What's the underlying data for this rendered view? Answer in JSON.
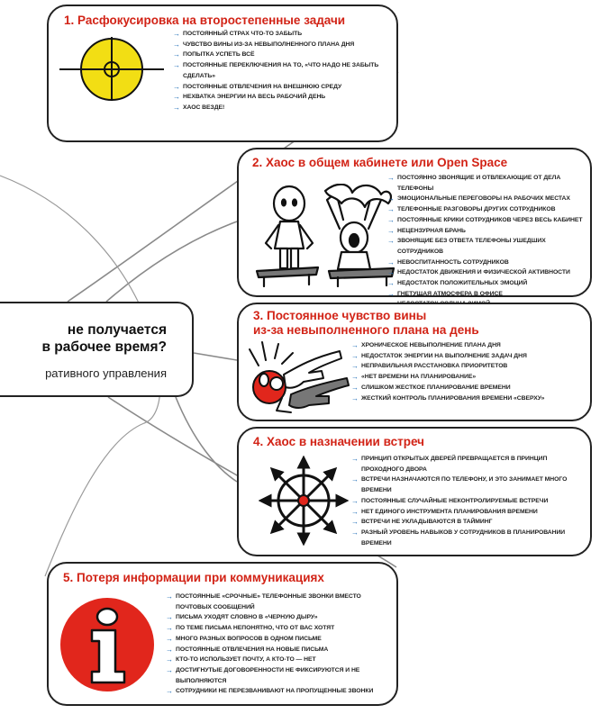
{
  "center": {
    "question_line1": "не получается",
    "question_line2": "в рабочее время?",
    "subtitle": "ративного управления"
  },
  "boxes": [
    {
      "title": "1. Расфокусировка на второстепенные задачи",
      "icon": "target-icon",
      "items": [
        "Постоянный страх что-то забыть",
        "Чувство вины из-за невыполненного плана дня",
        "Попытка успеть всё",
        "Постоянные переключения на то, «что надо не забыть сделать»",
        "Постоянные отвлечения на внешнюю среду",
        "Нехватка энергии на весь рабочий день",
        "Хаос везде!"
      ]
    },
    {
      "title": "2. Хаос в общем кабинете или Open Space",
      "icon": "office-people-icon",
      "items": [
        "Постоянно звонящие и отвлекающие от дела телефоны",
        "Эмоциональные переговоры на рабочих местах",
        "Телефонные разговоры других сотрудников",
        "Постоянные крики сотрудников через весь кабинет",
        "Нецензурная брань",
        "Звонящие без ответа телефоны ушедших сотрудников",
        "Невоспитанность сотрудников",
        "Недостаток движения и физической активности",
        "Недостаток положительных эмоций",
        "Гнетущая атмосфера в офисе",
        "Недостаток солнца зимой"
      ]
    },
    {
      "title_line1": "3. Постоянное чувство вины",
      "title_line2": "из-за невыполненного плана на день",
      "icon": "pointing-hands-icon",
      "items": [
        "Хроническое невыполнение плана дня",
        "Недостаток энергии на выполнение задач дня",
        "Неправильная расстановка приоритетов",
        "«Нет времени на планирование»",
        "Слишком жесткое планирование времени",
        "Жесткий контроль планирования времени «сверху»"
      ]
    },
    {
      "title": "4. Хаос в назначении встреч",
      "icon": "compass-arrows-icon",
      "items": [
        "Принцип открытых дверей превращается в принцип проходного двора",
        "Встречи назначаются по телефону, и это занимает много времени",
        "Постоянные случайные неконтролируемые встречи",
        "Нет единого инструмента планирования времени",
        "Встречи не укладываются в тайминг",
        "Разный уровень навыков у сотрудников в планировании времени"
      ]
    },
    {
      "title": "5. Потеря информации при коммуникациях",
      "icon": "info-icon",
      "items": [
        "Постоянные «срочные» телефонные звонки вместо почтовых сообщений",
        "Письма уходят словно в «черную дыру»",
        "По теме письма непонятно, что от вас хотят",
        "Много разных вопросов в одном письме",
        "Постоянные отвлечения на новые письма",
        "Кто-то использует почту, а кто-то — нет",
        "Достигнутые договоренности не фиксируются и не выполняются",
        "Сотрудники не перезванивают на пропущенные звонки"
      ]
    }
  ],
  "colors": {
    "title": "#d22316",
    "arrow": "#1f6fb8",
    "target_fill": "#f2de14",
    "info_fill": "#e1261c",
    "connector": "#888888"
  }
}
